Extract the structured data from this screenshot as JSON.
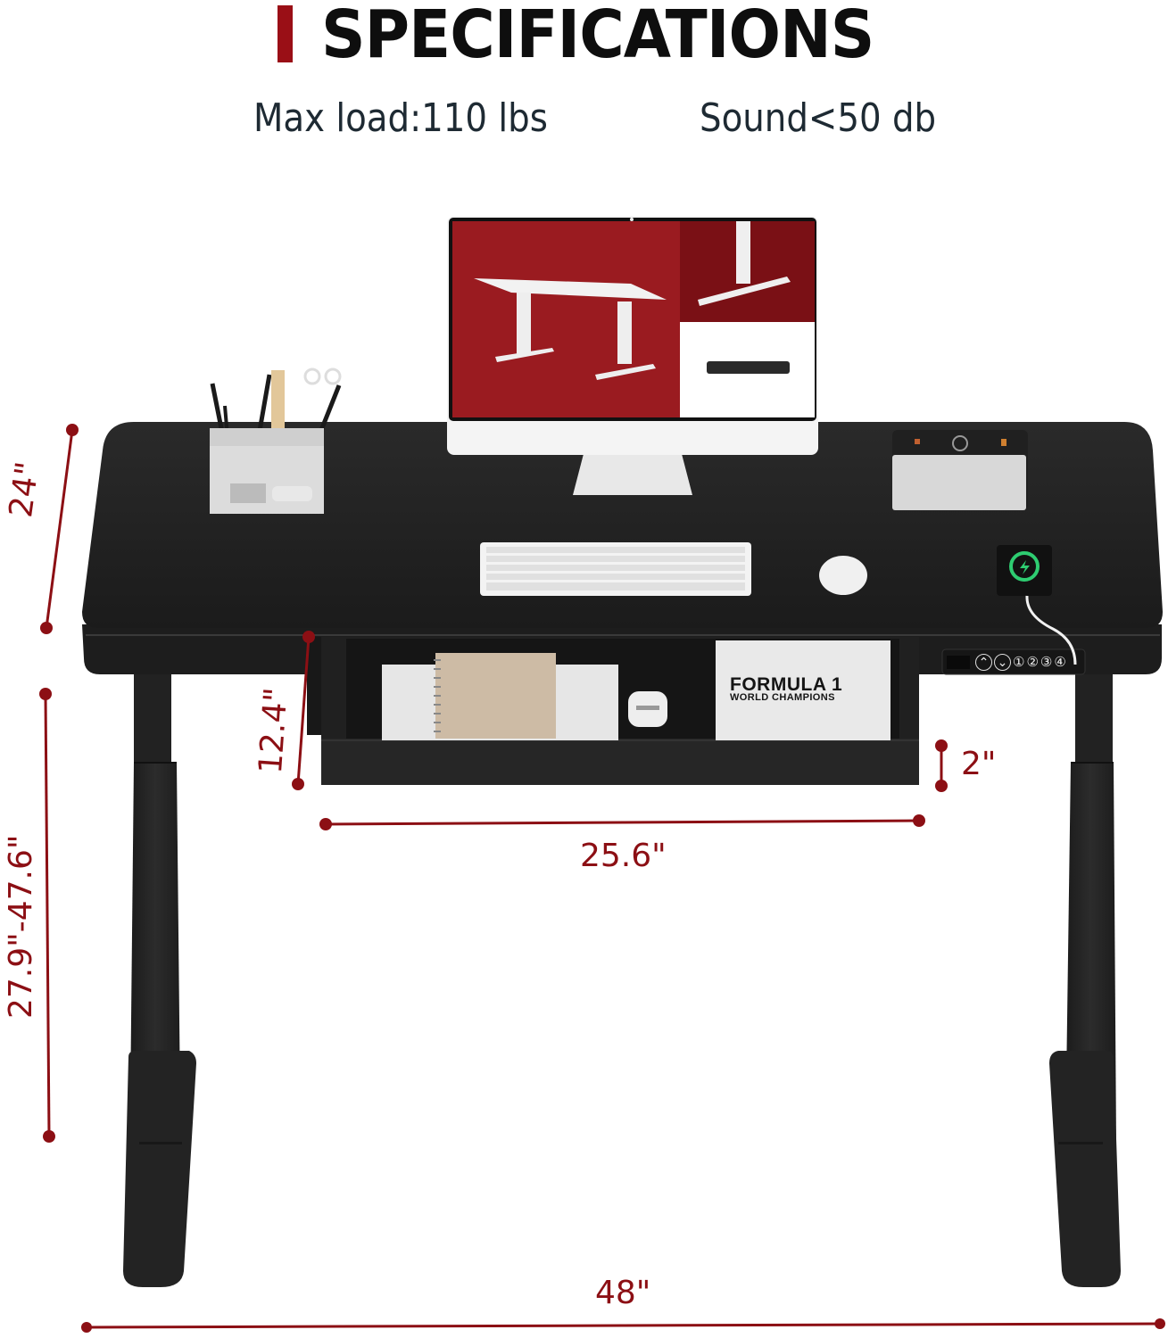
{
  "header": {
    "title": "SPECIFICATIONS",
    "specs": [
      {
        "label": "Max load:110 lbs"
      },
      {
        "label": "Sound<50 db"
      }
    ]
  },
  "dimensions": {
    "depth": "24\"",
    "height_range": "27.9\"-47.6\"",
    "drawer_depth": "12.4\"",
    "drawer_height": "2\"",
    "drawer_width": "25.6\"",
    "desk_width": "48\""
  },
  "control_panel": {
    "buttons": [
      "up",
      "down",
      "1",
      "2",
      "3",
      "4"
    ],
    "glyphs": [
      "⌃",
      "⌄",
      "①",
      "②",
      "③",
      "④"
    ]
  },
  "book": {
    "title_line1": "FORMULA 1",
    "title_line2": "WORLD CHAMPIONS"
  },
  "colors": {
    "accent": "#9a0f16",
    "dimension": "#8c0f14",
    "desk": "#1f1f1f",
    "text_dark": "#1e2a33",
    "charger_green": "#2ecc71"
  }
}
